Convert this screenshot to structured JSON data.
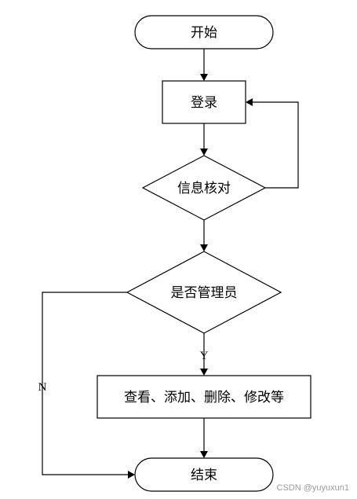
{
  "nodes": {
    "start": "开始",
    "login": "登录",
    "verify": "信息核对",
    "is_admin": "是否管理员",
    "operations": "查看、添加、删除、修改等",
    "end": "结束"
  },
  "edges": {
    "yes": "Y",
    "no": "N"
  },
  "watermark": "CSDN @yuyuxun1"
}
